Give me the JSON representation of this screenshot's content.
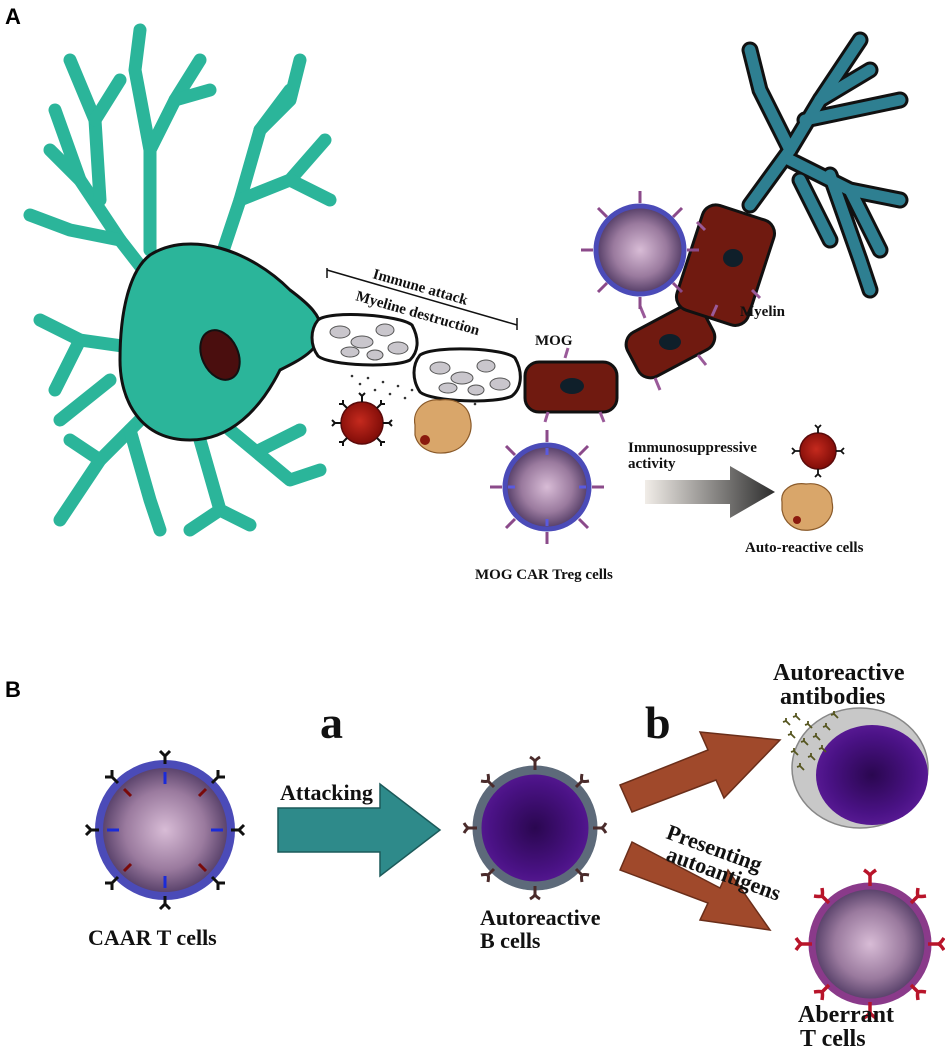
{
  "panels": {
    "a": {
      "letter": "A",
      "labels": {
        "immune_attack": "Immune attack",
        "myeline_destruction": "Myeline destruction",
        "mog": "MOG",
        "myelin": "Myelin",
        "immunosuppressive_1": "Immunosuppressive",
        "immunosuppressive_2": "activity",
        "auto_reactive_cells": "Auto-reactive cells",
        "mog_car_treg": "MOG CAR Treg cells"
      }
    },
    "b": {
      "letter": "B",
      "labels": {
        "step_a": "a",
        "step_b": "b",
        "attacking": "Attacking",
        "caar_t_cells": "CAAR T cells",
        "autoreactive_b_1": "Autoreactive",
        "autoreactive_b_2": "B cells",
        "autoreactive_antibodies_1": "Autoreactive",
        "autoreactive_antibodies_2": "antibodies",
        "presenting_1": "Presenting",
        "presenting_2": "autoantigens",
        "aberrant_1": "Aberrant",
        "aberrant_2": "T cells"
      }
    }
  },
  "colors": {
    "neuron": "#2BB59A",
    "neuron_right": "#2E7F91",
    "myelin": "#701A10",
    "nucleus": "#4A0E0E",
    "treg_ring": "#4B4BB8",
    "car_receptor": "#8B4A8A",
    "arrow_teal": "#2E8A8A",
    "arrow_brown": "#A0492B",
    "b_cell": "#3D0A6B",
    "aberrant_receptor": "#B8142A",
    "autoreactive_cell": "#A8140E",
    "macrophage": "#D9A66A"
  }
}
